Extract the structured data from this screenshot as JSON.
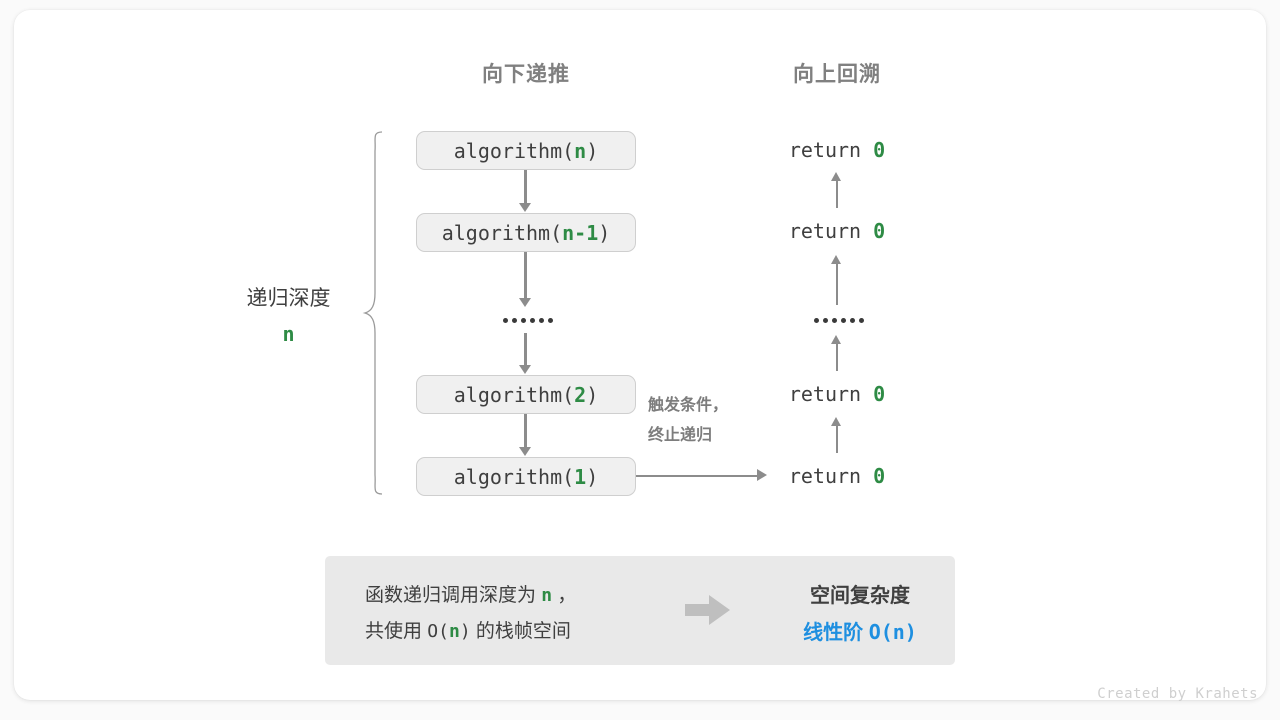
{
  "figure": {
    "columns": {
      "down_header": "向下递推",
      "up_header": "向上回溯"
    },
    "depth_bracket": {
      "label": "递归深度",
      "value": "n"
    },
    "calls": [
      {
        "prefix": "algorithm(",
        "arg": "n",
        "suffix": ")"
      },
      {
        "prefix": "algorithm(",
        "arg": "n-1",
        "suffix": ")"
      },
      {
        "prefix": "algorithm(",
        "arg": "2",
        "suffix": ")"
      },
      {
        "prefix": "algorithm(",
        "arg": "1",
        "suffix": ")"
      }
    ],
    "returns": [
      {
        "keyword": "return",
        "value": "0"
      },
      {
        "keyword": "return",
        "value": "0"
      },
      {
        "keyword": "return",
        "value": "0"
      },
      {
        "keyword": "return",
        "value": "0"
      }
    ],
    "ellipsis_dots": 6,
    "trigger_note": {
      "line1": "触发条件，",
      "line2": "终止递归"
    }
  },
  "summary": {
    "left_line1_a": "函数递归调用深度为 ",
    "left_line1_n": "n",
    "left_line1_b": " ，",
    "left_line2_a": "共使用 ",
    "left_line2_o": "O(",
    "left_line2_n": "n",
    "left_line2_c": ")",
    "left_line2_b": " 的栈帧空间",
    "title": "空间复杂度",
    "complexity_label": "线性阶 ",
    "complexity_value": "O(n)"
  },
  "credit": "Created by Krahets",
  "colors": {
    "accent_green": "#2e8b45",
    "accent_blue": "#1e8fe0",
    "box_fill": "#f0f0f0",
    "box_border": "#cfcfcf",
    "arrow": "#8c8c8c",
    "panel": "#e9e9e9",
    "header_text": "#808080"
  }
}
